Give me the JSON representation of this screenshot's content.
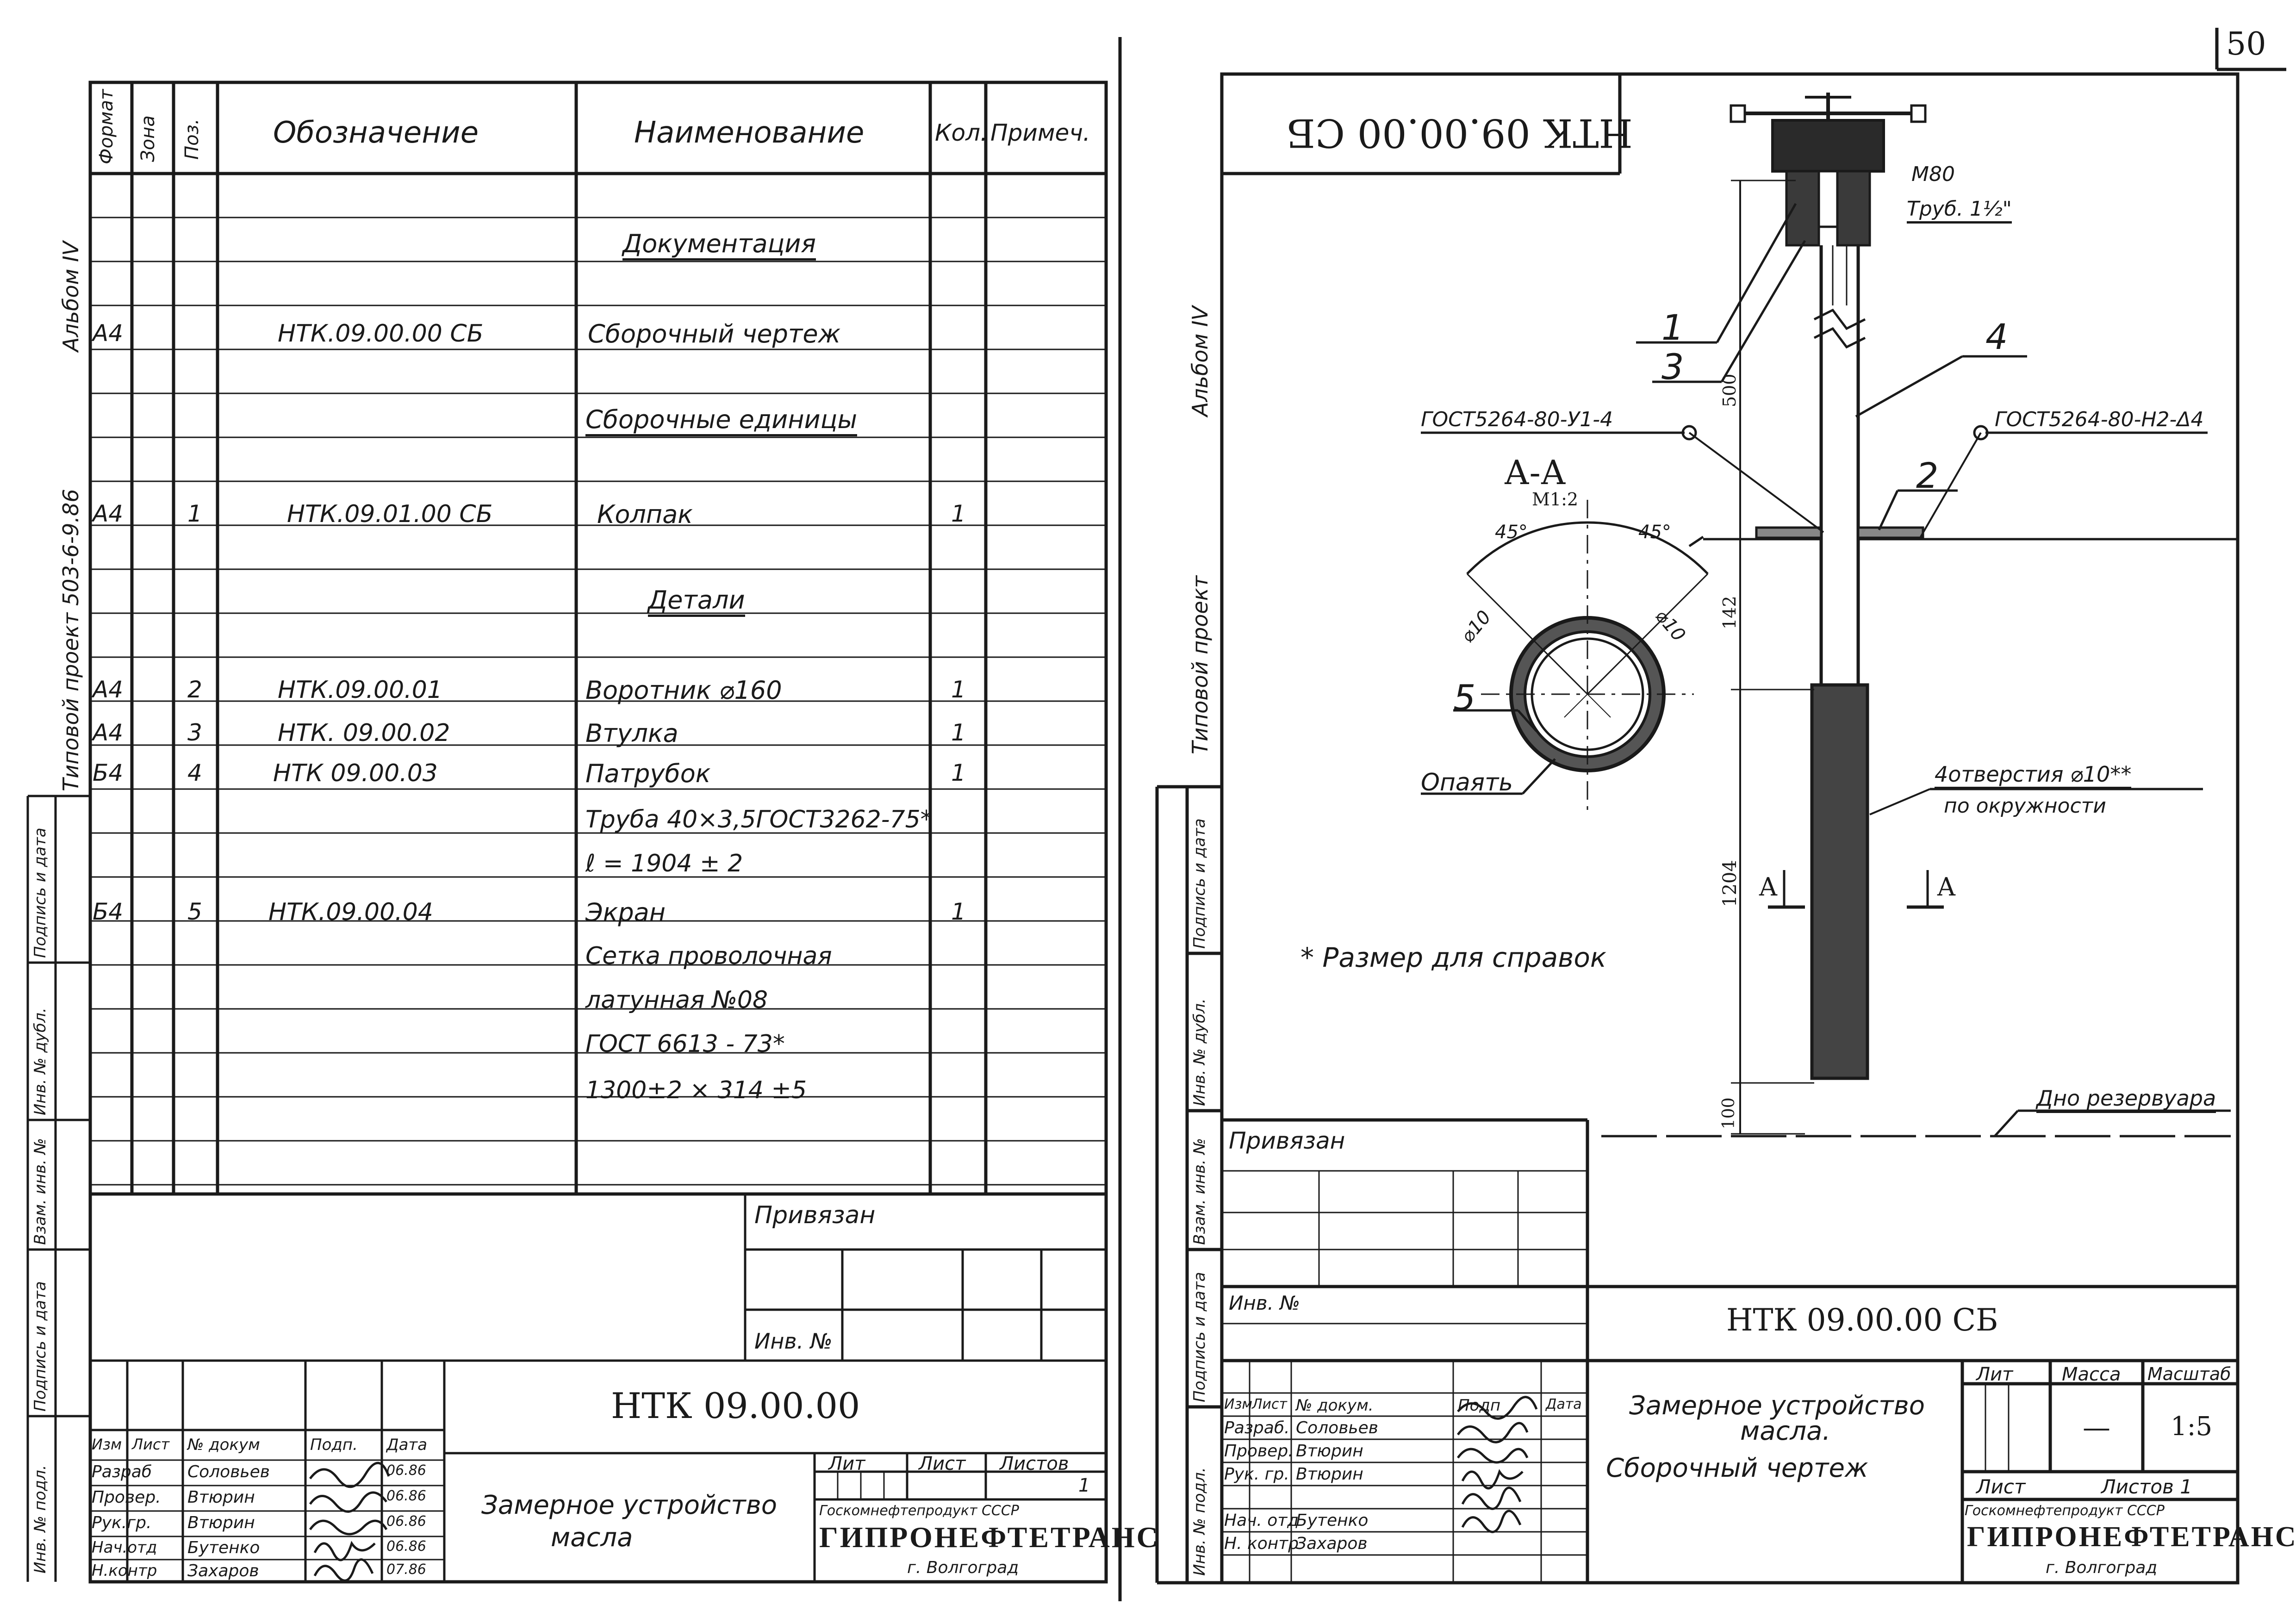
{
  "page_number": "50",
  "left_sheet": {
    "vertical_album": "Альбом IV",
    "vertical_project": "Типовой проект 503-6-9.86",
    "side_stamps": [
      "Подпись и дата",
      "Инв. № дубл.",
      "Взам. инв. №",
      "Подпись и дата",
      "Инв. № подл."
    ],
    "header": {
      "format": "Формат",
      "zone": "Зона",
      "pos": "Поз.",
      "designation": "Обозначение",
      "name": "Наименование",
      "qty": "Кол.",
      "note": "Примеч."
    },
    "sections": {
      "documentation": "Документация",
      "assemblies": "Сборочные единицы",
      "details": "Детали"
    },
    "rows": [
      {
        "format": "А4",
        "pos": "",
        "designation": "НТК.09.00.00 СБ",
        "name": "Сборочный чертеж",
        "qty": ""
      },
      {
        "format": "А4",
        "pos": "1",
        "designation": "НТК.09.01.00 СБ",
        "name": "Колпак",
        "qty": "1"
      },
      {
        "format": "А4",
        "pos": "2",
        "designation": "НТК.09.00.01",
        "name": "Воротник ⌀160",
        "qty": "1"
      },
      {
        "format": "А4",
        "pos": "3",
        "designation": "НТК. 09.00.02",
        "name": "Втулка",
        "qty": "1"
      },
      {
        "format": "Б4",
        "pos": "4",
        "designation": "НТК 09.00.03",
        "name": "Патрубок",
        "qty": "1"
      },
      {
        "format": "Б4",
        "pos": "5",
        "designation": "НТК.09.00.04",
        "name": "Экран",
        "qty": "1"
      }
    ],
    "extra_lines": {
      "pipe": "Труба 40×3,5ГОСТ3262-75*",
      "length": "ℓ = 1904 ± 2",
      "mesh1": "Сетка проволочная",
      "mesh2": "латунная №08",
      "mesh3": "ГОСТ 6613 - 73*",
      "mesh4": "1300±2 × 314 ±5"
    },
    "tied": "Привязан",
    "inv_no": "Инв. №",
    "title_code": "НТК 09.00.00",
    "title_name1": "Замерное устройство",
    "title_name2": "масла",
    "lit": "Лит",
    "sheet": "Лист",
    "sheets": "Листов",
    "sheets_value": "1",
    "org1": "Госкомнефтепродукт СССР",
    "org2": "ГИПРОНЕФТЕТРАНС",
    "org3": "г. Волгоград",
    "sig_header": [
      "Изм",
      "Лист",
      "№ докум",
      "Подп.",
      "Дата"
    ],
    "signers": [
      {
        "role": "Разраб",
        "name": "Соловьев",
        "date": "06.86"
      },
      {
        "role": "Провер.",
        "name": "Втюрин",
        "date": "06.86"
      },
      {
        "role": "Рук.гр.",
        "name": "Втюрин",
        "date": "06.86"
      },
      {
        "role": "Нач.отд",
        "name": "Бутенко",
        "date": "06.86"
      },
      {
        "role": "Н.контр",
        "name": "Захаров",
        "date": "07.86"
      }
    ]
  },
  "right_sheet": {
    "vertical_album": "Альбом IV",
    "vertical_project": "Типовой проект",
    "side_stamps": [
      "Подпись и дата",
      "Инв. № дубл.",
      "Взам. инв. №",
      "Подпись и дата",
      "Инв. № подл."
    ],
    "mirrored_code": "НТК 09.00.00 СБ",
    "labels": {
      "thread": "М80",
      "pipe": "Труб. 1½\"",
      "p1": "1",
      "p2": "2",
      "p3": "3",
      "p4": "4",
      "p5": "5",
      "weld_left": "ГОСТ5264-80-У1-4",
      "weld_right": "ГОСТ5264-80-Н2-Δ4",
      "section": "А-А",
      "scale": "М1:2",
      "angle1": "45°",
      "angle2": "45°",
      "d10a": "⌀10",
      "d10b": "⌀10",
      "singe": "Опаять",
      "holes1": "4отверстия ⌀10**",
      "holes2": "по окружности",
      "dim_500": "500",
      "dim_142": "142",
      "dim_1204": "1204",
      "dim_100": "100",
      "cut_a": "А",
      "bottom": "Дно резервуара",
      "note": "* Размер для справок"
    },
    "tied": "Привязан",
    "inv_no": "Инв. №",
    "title_code": "НТК 09.00.00 СБ",
    "title_name1": "Замерное устройство",
    "title_name2": "масла.",
    "title_name3": "Сборочный чертеж",
    "lit": "Лит",
    "mass": "Масса",
    "scale_hdr": "Масштаб",
    "mass_value": "—",
    "scale_value": "1:5",
    "sheet": "Лист",
    "sheets": "Листов 1",
    "org1": "Госкомнефтепродукт СССР",
    "org2": "ГИПРОНЕФТЕТРАНС",
    "org3": "г. Волгоград",
    "sig_header": [
      "Изм",
      "Лист",
      "№ докум.",
      "Подп",
      "Дата"
    ],
    "signers": [
      {
        "role": "Разраб.",
        "name": "Соловьев"
      },
      {
        "role": "Провер.",
        "name": "Втюрин"
      },
      {
        "role": "Рук. гр.",
        "name": "Втюрин"
      },
      {
        "role": "Нач. отд",
        "name": "Бутенко"
      },
      {
        "role": "Н. контр",
        "name": "Захаров"
      }
    ]
  }
}
